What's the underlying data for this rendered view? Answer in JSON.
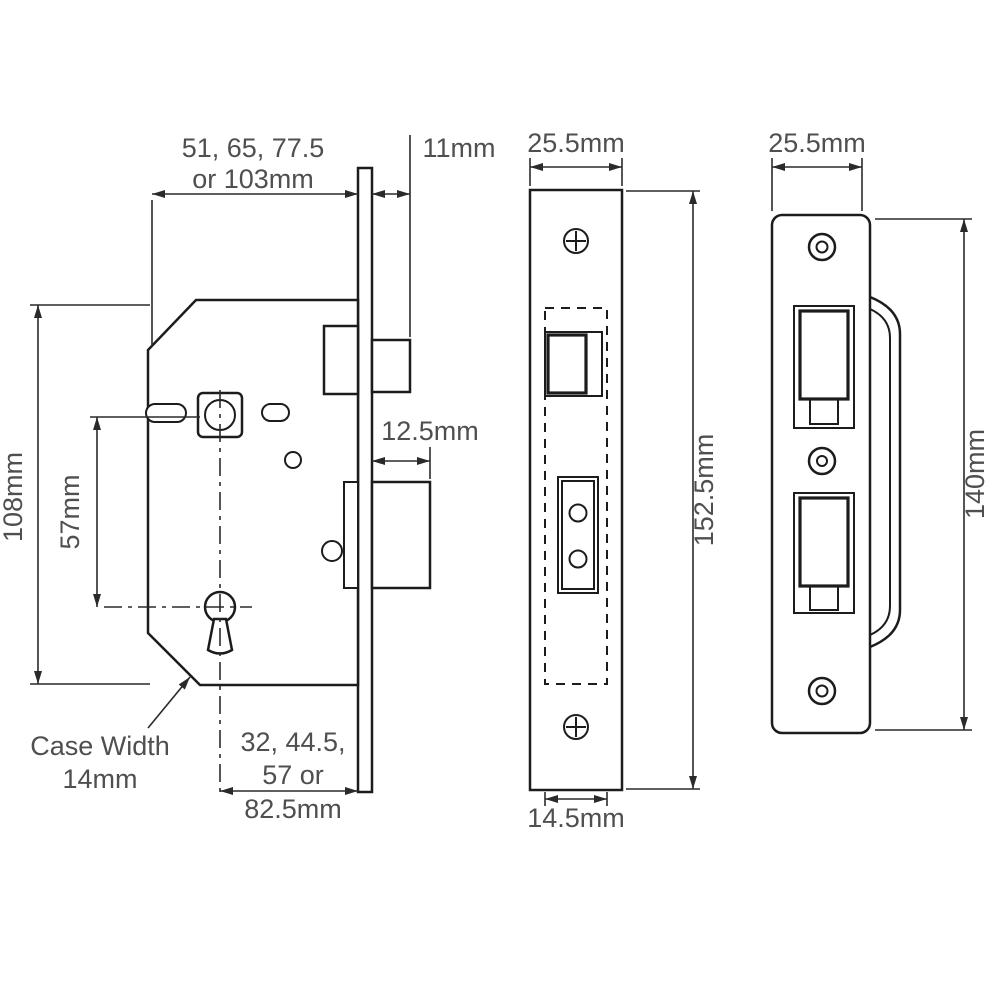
{
  "diagram": {
    "background_color": "#ffffff",
    "line_color": "#1c1c1c",
    "dimension_line_color": "#2a2a2a",
    "text_color": "#4f4f4f",
    "description": "Mortice lock dimension diagram with three views: lock case side view, faceplate front view, strike plate view"
  },
  "views": {
    "case_side": {
      "name": "lock case side view",
      "dims": {
        "case_width_options_1": "51, 65, 77.5",
        "case_width_options_2": "or 103mm",
        "faceplate_to_latch": "11mm",
        "case_height": "108mm",
        "spindle_to_keyhole": "57mm",
        "deadbolt_throw": "12.5mm",
        "case_thickness_1": "Case Width",
        "case_thickness_2": "14mm",
        "backset_options_1": "32, 44.5,",
        "backset_options_2": "57 or",
        "backset_options_3": "82.5mm"
      }
    },
    "faceplate_front": {
      "name": "faceplate front view",
      "dims": {
        "width": "25.5mm",
        "height": "152.5mm",
        "case_width": "14.5mm"
      }
    },
    "strike_plate": {
      "name": "strike plate view",
      "dims": {
        "width": "25.5mm",
        "height": "140mm"
      }
    }
  }
}
